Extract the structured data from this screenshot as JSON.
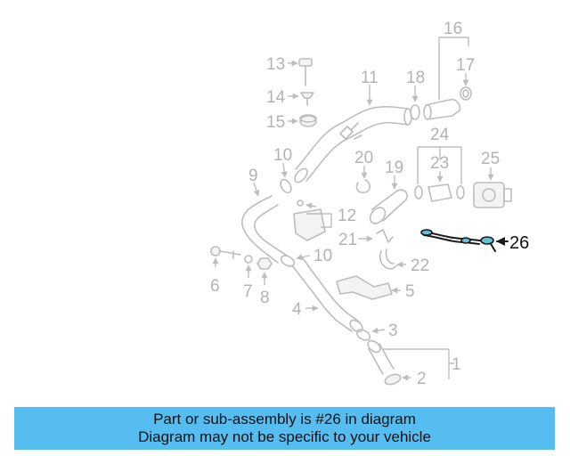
{
  "banner": {
    "line1": "Part or sub-assembly is #26 in diagram",
    "line2": "Diagram may not be specific to your vehicle"
  },
  "callouts": {
    "c1": "1",
    "c2": "2",
    "c3": "3",
    "c4": "4",
    "c5": "5",
    "c6": "6",
    "c7": "7",
    "c8": "8",
    "c9": "9",
    "c10a": "10",
    "c10b": "10",
    "c11": "11",
    "c12": "12",
    "c13": "13",
    "c14": "14",
    "c15": "15",
    "c16": "16",
    "c17": "17",
    "c18": "18",
    "c19": "19",
    "c20": "20",
    "c21": "21",
    "c22": "22",
    "c23": "23",
    "c24": "24",
    "c25": "25",
    "c26": "26"
  },
  "highlighted_part": "26",
  "colors": {
    "banner": "#56bdf0",
    "highlight": "#5ec3d6",
    "part_line": "#bdbdbd",
    "label_dim": "#b3b3b3",
    "label_active": "#111111"
  }
}
